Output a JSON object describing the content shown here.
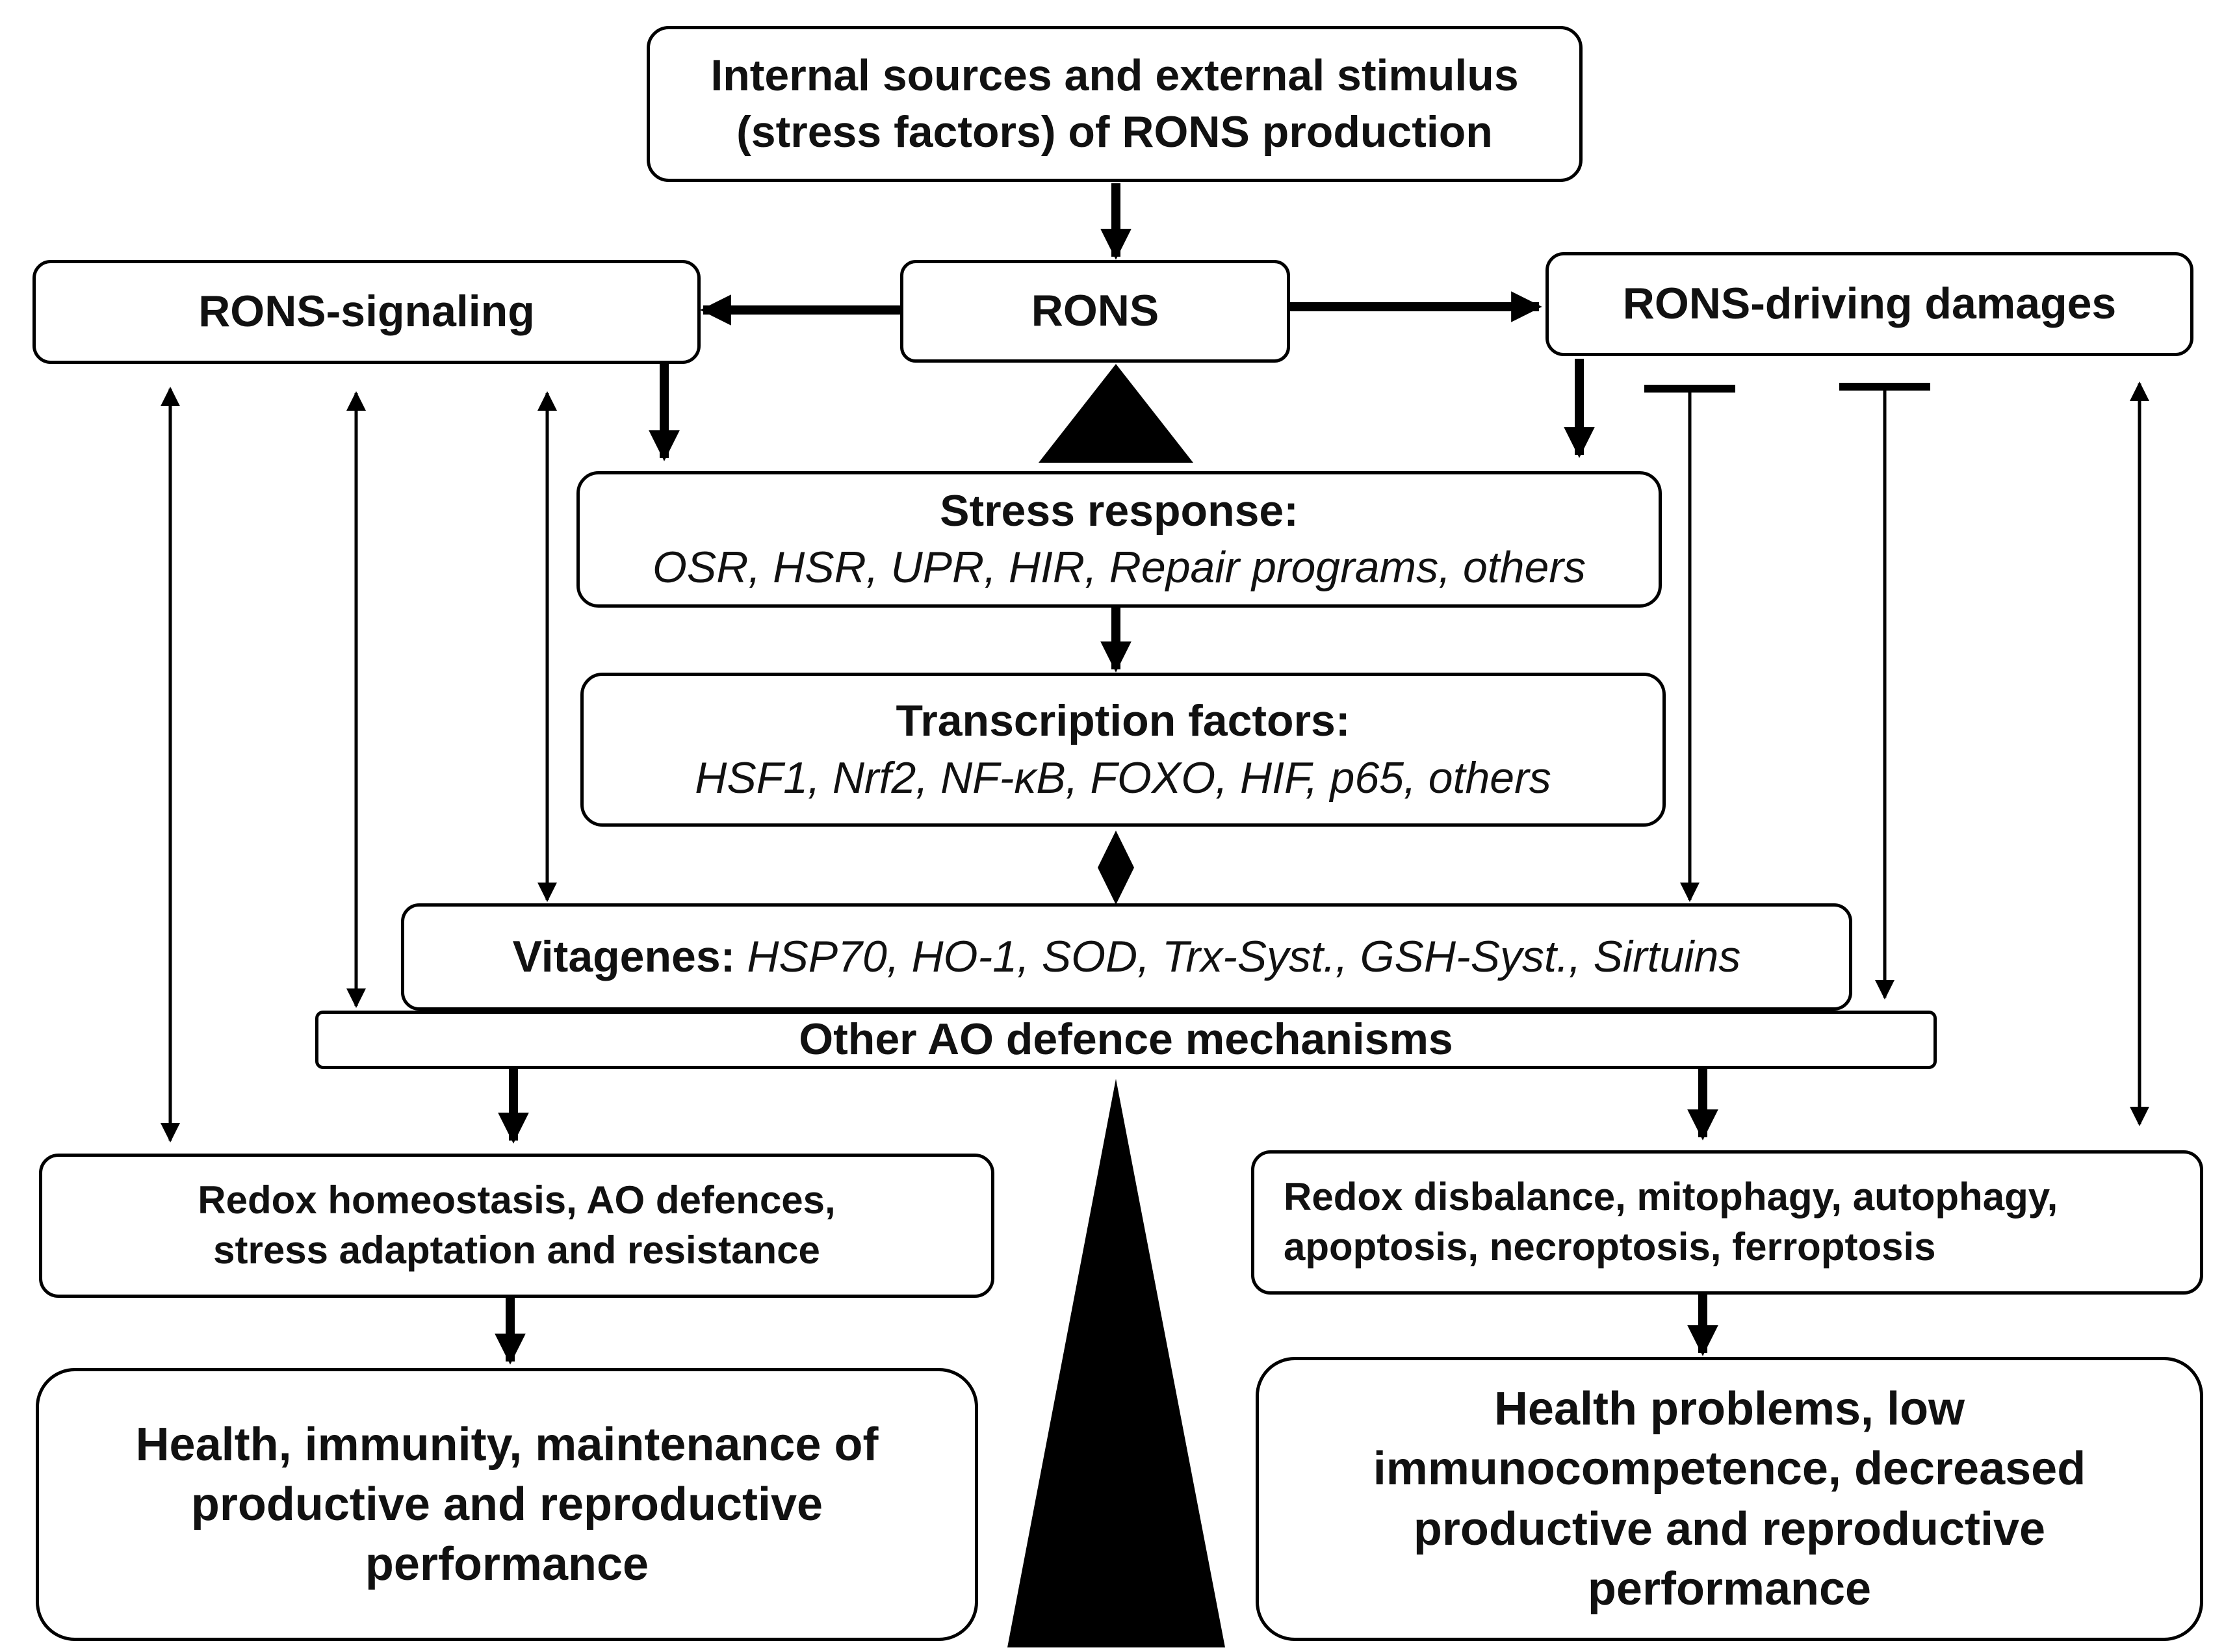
{
  "sources": {
    "line1": "Internal sources and external stimulus",
    "line2": "(stress factors) of RONS production"
  },
  "rons": "RONS",
  "rons_signaling": "RONS-signaling",
  "rons_damages": "RONS-driving damages",
  "stress_response": {
    "title": "Stress response:",
    "items": "OSR, HSR, UPR, HIR, Repair programs, others"
  },
  "transcription_factors": {
    "title": "Transcription factors:",
    "items": "HSF1, Nrf2, NF-κB, FOXO, HIF, p65, others"
  },
  "vitagenes": {
    "title": "Vitagenes:",
    "items": "HSP70, HO-1, SOD, Trx-Syst., GSH-Syst., Sirtuins"
  },
  "other_ao": "Other AO defence mechanisms",
  "left_outcome": {
    "line1": "Redox homeostasis, AO defences,",
    "line2": "stress adaptation and resistance"
  },
  "right_outcome": {
    "line1": "Redox disbalance, mitophagy, autophagy,",
    "line2": "apoptosis, necroptosis, ferroptosis"
  },
  "left_result": {
    "line1": "Health, immunity, maintenance of",
    "line2": "productive and reproductive",
    "line3": "performance"
  },
  "right_result": {
    "line1": "Health problems, low",
    "line2": "immunocompetence, decreased",
    "line3": "productive and reproductive",
    "line4": "performance"
  },
  "colors": {
    "stroke": "#000000",
    "fill": "#000000",
    "box_bg": "#ffffff",
    "text": "#111111"
  }
}
